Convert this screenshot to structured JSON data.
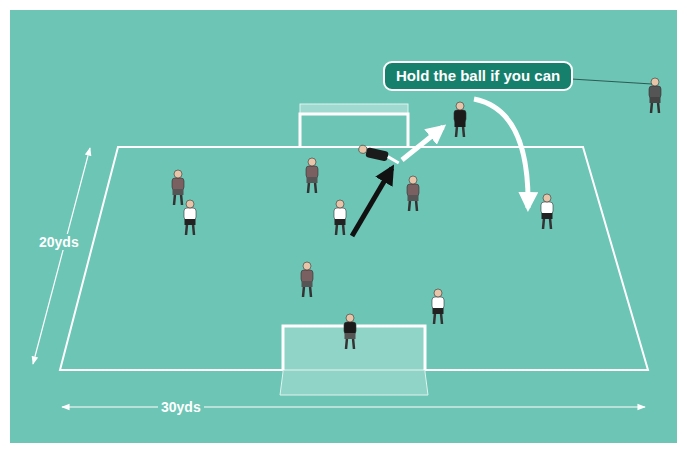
{
  "diagram": {
    "nodes": [
      {
        "text": [
          "Hold the ball if you can"
        ]
      }
    ],
    "labels": [
      "20yds",
      "30yds"
    ]
  }
}
